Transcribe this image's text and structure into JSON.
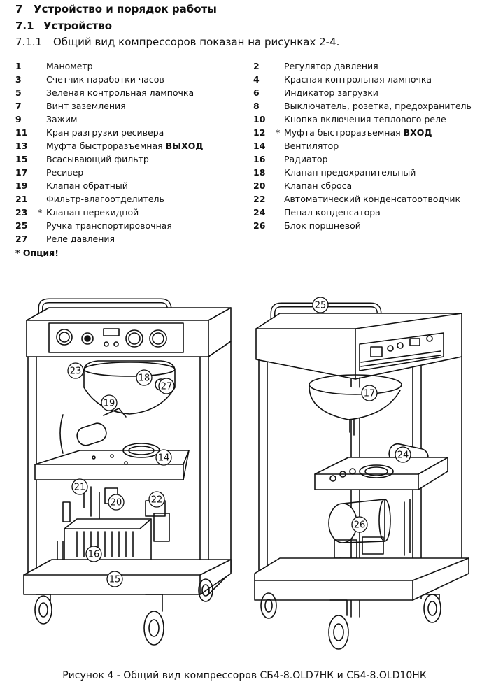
{
  "heading": {
    "num": "7",
    "text": "Устройство и порядок работы"
  },
  "subheading": {
    "num": "7.1",
    "text": "Устройство"
  },
  "paragraph": {
    "num": "7.1.1",
    "text": "Общий вид компрессоров показан на рисунках 2-4."
  },
  "legend": [
    [
      {
        "n": "1",
        "star": "",
        "t": "Манометр"
      },
      {
        "n": "2",
        "star": "",
        "t": "Регулятор давления"
      }
    ],
    [
      {
        "n": "3",
        "star": "",
        "t": "Счетчик наработки часов"
      },
      {
        "n": "4",
        "star": "",
        "t": "Красная контрольная лампочка"
      }
    ],
    [
      {
        "n": "5",
        "star": "",
        "t": "Зеленая контрольная лампочка"
      },
      {
        "n": "6",
        "star": "",
        "t": "Индикатор загрузки"
      }
    ],
    [
      {
        "n": "7",
        "star": "",
        "t": "Винт заземления"
      },
      {
        "n": "8",
        "star": "",
        "t": "Выключатель, розетка, предохранитель"
      }
    ],
    [
      {
        "n": "9",
        "star": "",
        "t": "Зажим"
      },
      {
        "n": "10",
        "star": "",
        "t": "Кнопка включения теплового реле"
      }
    ],
    [
      {
        "n": "11",
        "star": "",
        "t": "Кран разгрузки ресивера"
      },
      {
        "n": "12",
        "star": "*",
        "t": "Муфта быстроразъемная ",
        "b": "ВХОД"
      }
    ],
    [
      {
        "n": "13",
        "star": "",
        "t": "Муфта быстроразъемная ",
        "b": "ВЫХОД"
      },
      {
        "n": "14",
        "star": "",
        "t": "Вентилятор"
      }
    ],
    [
      {
        "n": "15",
        "star": "",
        "t": "Всасывающий фильтр"
      },
      {
        "n": "16",
        "star": "",
        "t": "Радиатор"
      }
    ],
    [
      {
        "n": "17",
        "star": "",
        "t": "Ресивер"
      },
      {
        "n": "18",
        "star": "",
        "t": "Клапан предохранительный"
      }
    ],
    [
      {
        "n": "19",
        "star": "",
        "t": "Клапан обратный"
      },
      {
        "n": "20",
        "star": "",
        "t": "Клапан сброса"
      }
    ],
    [
      {
        "n": "21",
        "star": "",
        "t": "Фильтр-влагоотделитель"
      },
      {
        "n": "22",
        "star": "",
        "t": "Автоматический конденсатоотводчик"
      }
    ],
    [
      {
        "n": "23",
        "star": "*",
        "t": "Клапан перекидной"
      },
      {
        "n": "24",
        "star": "",
        "t": "Пенал конденсатора"
      }
    ],
    [
      {
        "n": "25",
        "star": "",
        "t": "Ручка транспортировочная"
      },
      {
        "n": "26",
        "star": "",
        "t": "Блок поршневой"
      }
    ],
    [
      {
        "n": "27",
        "star": "",
        "t": "Реле давления"
      }
    ]
  ],
  "option_note": "* Опция!",
  "figure": {
    "callouts": [
      "23",
      "18",
      "27",
      "19",
      "14",
      "21",
      "20",
      "22",
      "16",
      "15",
      "25",
      "17",
      "24",
      "26"
    ]
  },
  "caption": "Рисунок 4 - Общий вид компрессоров СБ4-8.OLD7НК и СБ4-8.OLD10НК"
}
